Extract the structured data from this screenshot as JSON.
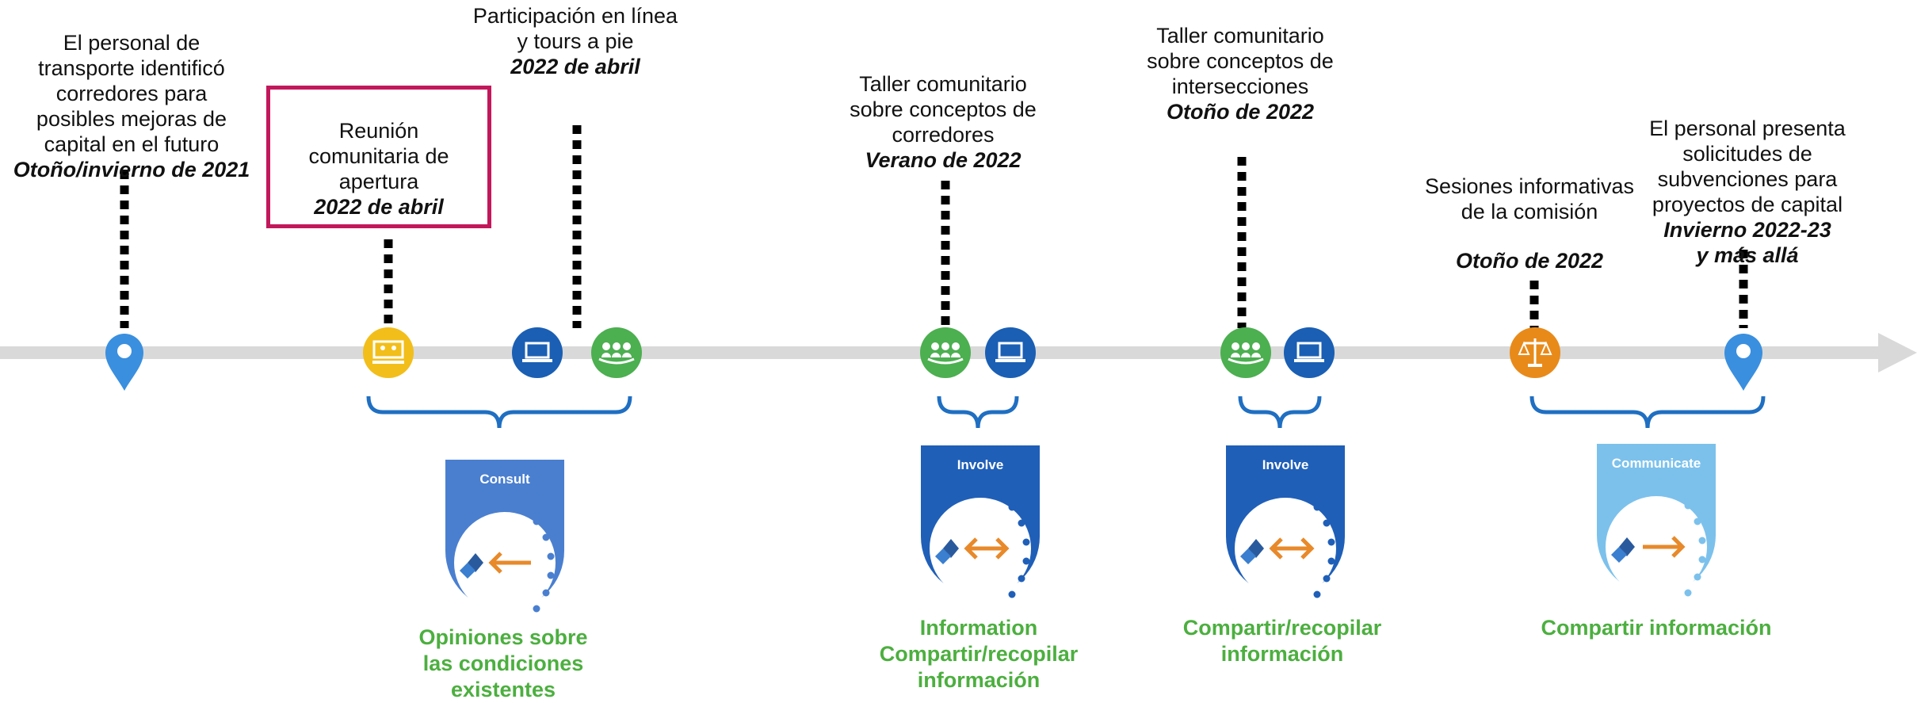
{
  "events": [
    {
      "lines": [
        "El personal de",
        "transporte identificó",
        "corredores para",
        "posibles mejoras de",
        "capital en el futuro"
      ],
      "date": "Otoño/invierno de 2021"
    },
    {
      "lines": [
        "Reunión",
        "comunitaria de",
        "apertura"
      ],
      "date": "2022 de abril"
    },
    {
      "lines": [
        "Participación en línea",
        "y tours a pie"
      ],
      "date": "2022 de abril"
    },
    {
      "lines": [
        "Taller comunitario",
        "sobre conceptos de",
        "corredores"
      ],
      "date": "Verano de 2022"
    },
    {
      "lines": [
        "Taller comunitario",
        "sobre conceptos de",
        "intersecciones"
      ],
      "date": "Otoño de 2022"
    },
    {
      "lines": [
        "Sesiones informativas",
        "de la comisión"
      ],
      "date": "Otoño de 2022"
    },
    {
      "lines": [
        "El personal presenta",
        "solicitudes de",
        "subvenciones para",
        "proyectos de capital"
      ],
      "date": "Invierno 2022-23",
      "date2": "y más allá"
    }
  ],
  "badges": [
    {
      "label": "Consult",
      "color": "#4a7fd0",
      "caption": [
        "Opiniones sobre",
        "las condiciones",
        "existentes"
      ]
    },
    {
      "label": "Involve",
      "color": "#1f5fb8",
      "caption": [
        "Information",
        "Compartir/recopilar",
        "información"
      ]
    },
    {
      "label": "Involve",
      "color": "#1f5fb8",
      "caption": [
        "Compartir/recopilar",
        "información"
      ]
    },
    {
      "label": "Communicate",
      "color": "#7cc1ec",
      "caption": [
        "Compartir información"
      ]
    }
  ],
  "icons": [
    {
      "name": "map-pin-icon",
      "color": "#3a8fdf"
    },
    {
      "name": "presentation-icon",
      "color": "#f2be1a"
    },
    {
      "name": "laptop-icon",
      "color": "#1a5fb4"
    },
    {
      "name": "group-icon",
      "color": "#4caf50"
    },
    {
      "name": "group-icon",
      "color": "#4caf50"
    },
    {
      "name": "laptop-icon",
      "color": "#1a5fb4"
    },
    {
      "name": "group-icon",
      "color": "#4caf50"
    },
    {
      "name": "laptop-icon",
      "color": "#1a5fb4"
    },
    {
      "name": "scales-icon",
      "color": "#e88a1a"
    },
    {
      "name": "map-pin-icon",
      "color": "#3a8fdf"
    }
  ],
  "colors": {
    "timeline": "#d9d9d9",
    "brace": "#1f6fc2",
    "arrow": "#e8892a",
    "caption": "#4caf3f",
    "highlight": "#c2185b"
  }
}
